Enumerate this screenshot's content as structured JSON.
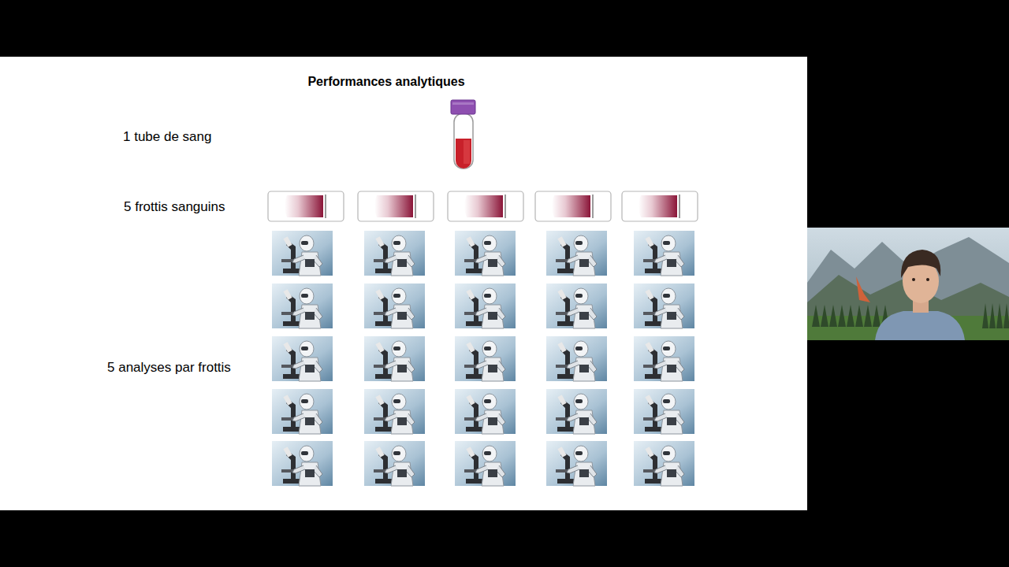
{
  "diagram": {
    "title": "Performances analytiques",
    "labels": [
      "1 tube de sang",
      "5 frottis sanguins",
      "5 analyses par frottis"
    ]
  }
}
